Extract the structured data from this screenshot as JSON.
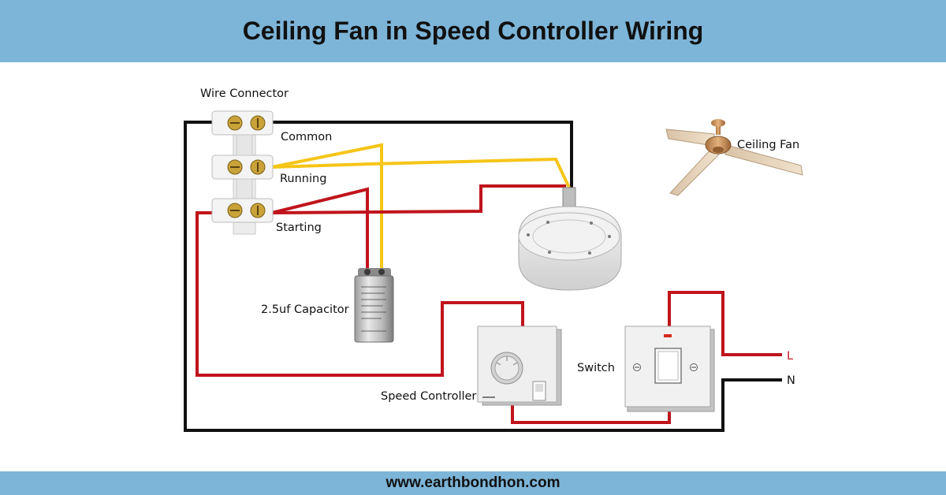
{
  "title": "Ceiling Fan in Speed Controller Wiring",
  "footer": "www.earthbondhon.com",
  "labels": {
    "wire_connector": "Wire Connector",
    "common": "Common",
    "running": "Running",
    "starting": "Starting",
    "capacitor": "2.5uf Capacitor",
    "ceiling_fan": "Ceiling Fan",
    "switch": "Switch",
    "speed_controller": "Speed Controller",
    "live": "L",
    "neutral": "N"
  },
  "colors": {
    "banner": "#7db5d8",
    "wire_black": "#111111",
    "wire_red": "#c0141c",
    "wire_yellow": "#f5c518"
  }
}
